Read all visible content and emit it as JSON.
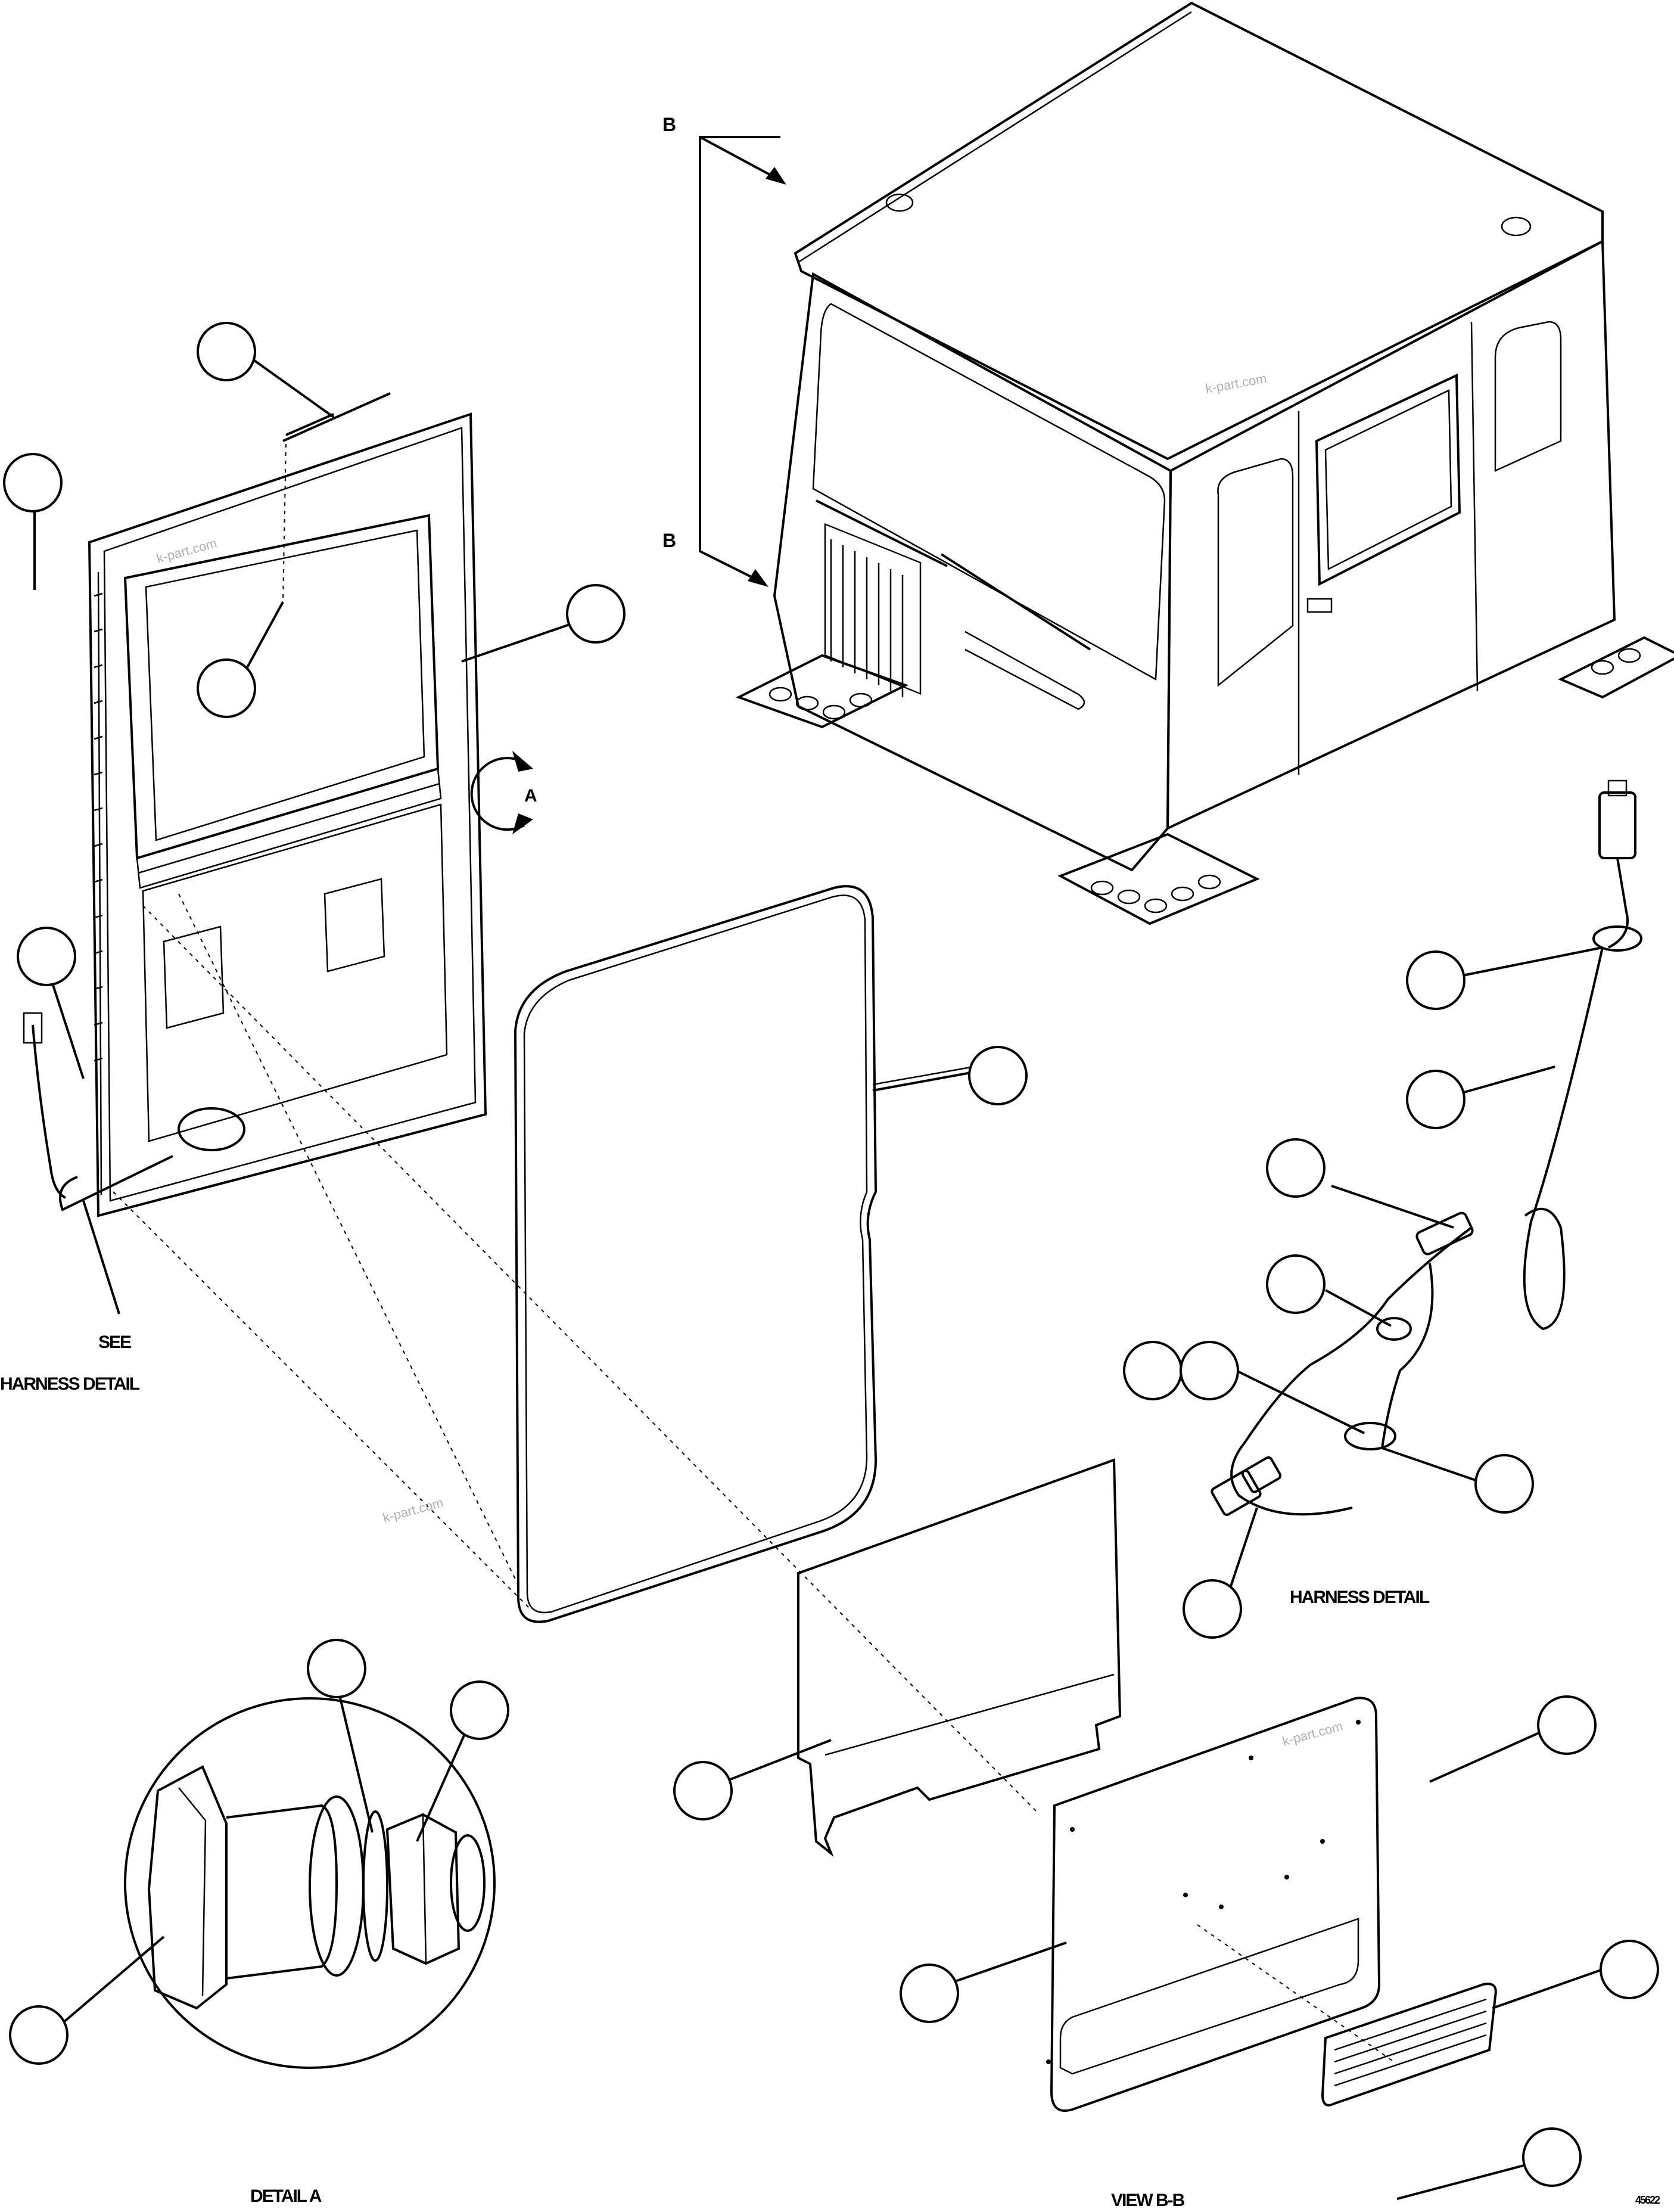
{
  "labels": {
    "see": "SEE",
    "harness_detail_left": "HARNESS DETAIL",
    "harness_detail_right": "HARNESS DETAIL",
    "detail_a": "DETAIL A",
    "view_bb": "VIEW B-B",
    "view_b_upper": "B",
    "view_b_lower": "B",
    "arrow_a": "A",
    "figure_id": "45622"
  },
  "watermarks": [
    "k-part.com",
    "k-part.com",
    "k-part.com",
    "k-part.com"
  ],
  "callout_bubbles": {
    "count": 22,
    "style": "empty-circle"
  }
}
